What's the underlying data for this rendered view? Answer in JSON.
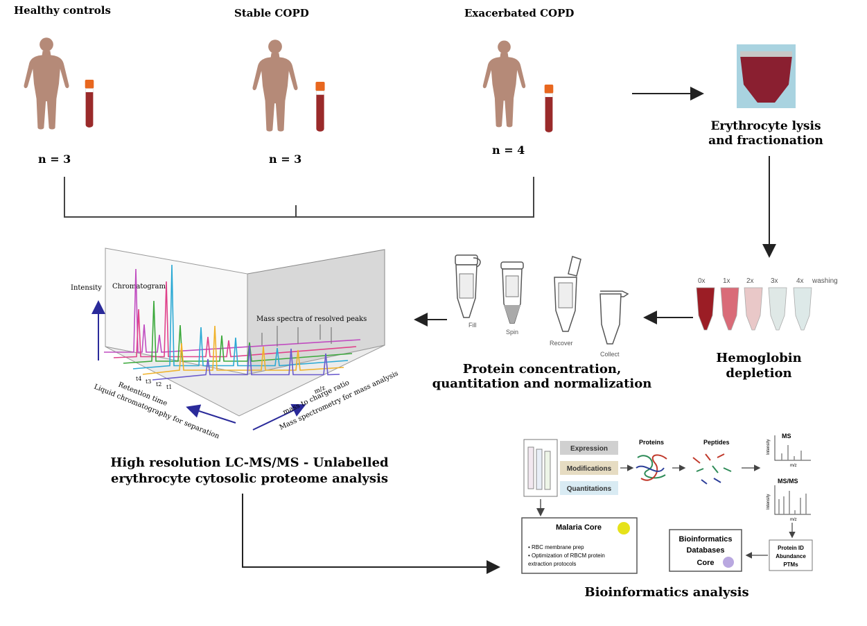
{
  "groups": [
    {
      "label": "Healthy controls",
      "n": "n = 3"
    },
    {
      "label": "Stable COPD",
      "n": "n = 3"
    },
    {
      "label": "Exacerbated COPD",
      "n": "n = 4"
    }
  ],
  "lysis": {
    "line1": "Erythrocyte lysis",
    "line2": "and fractionation"
  },
  "hemoglobin": {
    "washes": [
      "0x",
      "1x",
      "2x",
      "3x",
      "4x"
    ],
    "washing_label": "washing",
    "line1": "Hemoglobin",
    "line2": "depletion"
  },
  "protein": {
    "steps": [
      "Fill",
      "Spin",
      "Recover",
      "Collect"
    ],
    "line1": "Protein concentration,",
    "line2": "quantitation and normalization"
  },
  "lcms": {
    "intensity": "Intensity",
    "chromatogram": "Chromatogram",
    "mass_spectra": "Mass spectra of resolved peaks",
    "retention_time": "Retention time",
    "lc_label": "Liquid chromatography for separation",
    "mz": "m/z",
    "mz_ratio": "mass to charge ratio",
    "ms_label": "Mass spectrometry for mass analysis",
    "peak_labels": [
      "t4",
      "t3",
      "t2",
      "t1"
    ],
    "line1": "High resolution LC-MS/MS - Unlabelled",
    "line2": "erythrocyte cytosolic proteome analysis"
  },
  "bioinfo": {
    "boxes": [
      "Expression",
      "Modifications",
      "Quantitations"
    ],
    "proteins": "Proteins",
    "peptides": "Peptides",
    "ms": "MS",
    "msms": "MS/MS",
    "intensity": "Intensity",
    "mz": "m/z",
    "malaria_title": "Malaria Core",
    "malaria_items": [
      "RBC membrane prep",
      "Optimization of RBCM protein",
      "extraction protocols"
    ],
    "db_lines": [
      "Bioinformatics",
      "Databases",
      "Core"
    ],
    "protein_id": [
      "Protein ID",
      "Abundance",
      "PTMs"
    ],
    "caption": "Bioinformatics analysis"
  },
  "colors": {
    "human": "#b58a78",
    "tube_cap": "#e8671f",
    "blood": "#9a2a2a",
    "arrow": "#222222",
    "axis_blue": "#2a2a9a",
    "peaks": [
      "#c04cc0",
      "#e0418a",
      "#3aa83a",
      "#2ba9d4",
      "#f0b22a",
      "#6a5acd"
    ]
  }
}
